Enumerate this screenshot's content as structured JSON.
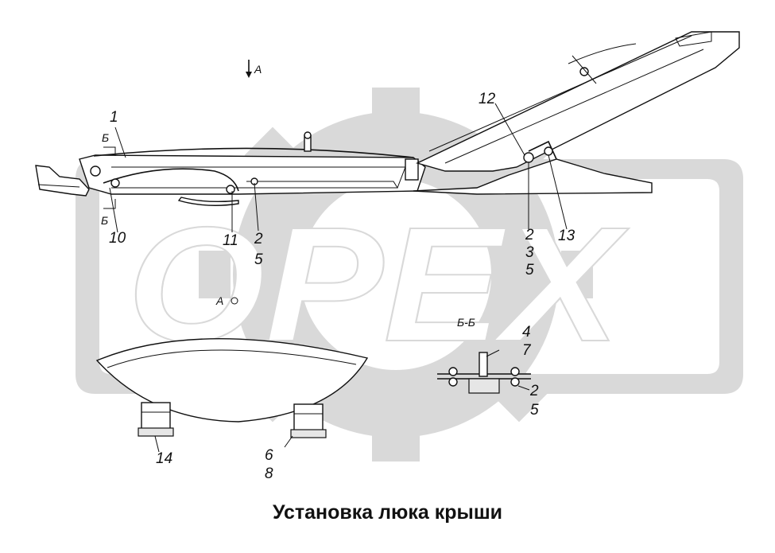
{
  "caption": "Установка люка крыши",
  "watermark": {
    "text": "OPEX",
    "color": "#d9d9d9"
  },
  "view_labels": {
    "arrow_a": "A",
    "view_a": "A",
    "section_bb": "Б-Б",
    "section_mark_top": "Б",
    "section_mark_bottom": "Б"
  },
  "callouts": {
    "c1": "1",
    "c10": "10",
    "c11": "11",
    "c2a": "2",
    "c5a": "5",
    "c12": "12",
    "c2b": "2",
    "c3b": "3",
    "c5b": "5",
    "c13": "13",
    "c4": "4",
    "c7": "7",
    "c2c": "2",
    "c5c": "5",
    "c14": "14",
    "c6": "6",
    "c8": "8"
  }
}
